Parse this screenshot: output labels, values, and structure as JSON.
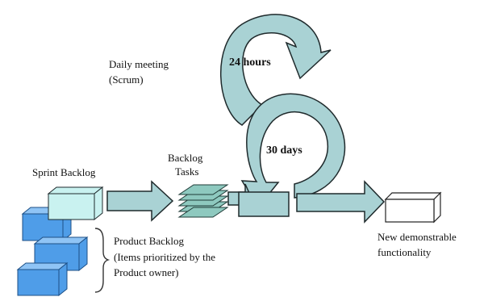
{
  "colors": {
    "cycle_fill": "#a9d2d4",
    "cycle_stroke": "#1f2a2c",
    "block_fill": "#4f9de8",
    "block_top": "#8fc4f5",
    "block_stroke": "#1c4f86",
    "sprint_fill": "#c9f2f0",
    "task_fill": "#8ec9bf",
    "output_fill": "#ffffff"
  },
  "labels": {
    "daily_meeting_line1": "Daily  meeting",
    "daily_meeting_line2": "(Scrum)",
    "hours_24": "24 hours",
    "days_30": "30 days",
    "sprint_backlog": "Sprint Backlog",
    "backlog_tasks_line1": "Backlog",
    "backlog_tasks_line2": "Tasks",
    "product_backlog_line1": "Product Backlog",
    "product_backlog_line2": "(Items prioritized by the",
    "product_backlog_line3": "Product owner)",
    "new_functionality_line1": "New demonstrable",
    "new_functionality_line2": "functionality"
  }
}
